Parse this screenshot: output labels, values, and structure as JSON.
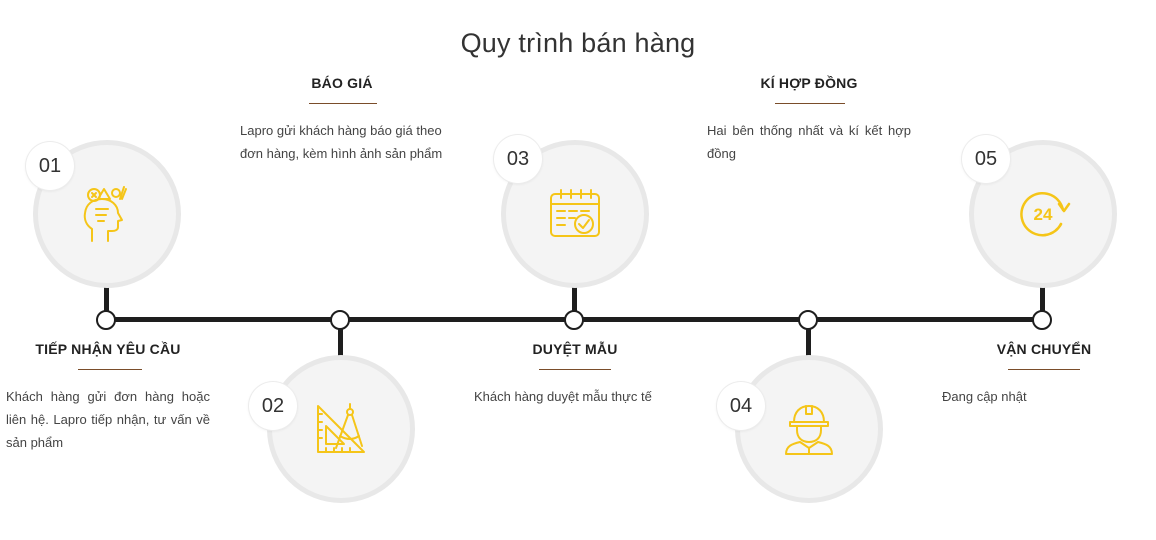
{
  "title": "Quy trình bán hàng",
  "colors": {
    "icon": "#f5c518",
    "line": "#1e1e1e",
    "underline": "#7a4d2a",
    "circle_bg": "#f4f4f4"
  },
  "steps": [
    {
      "number": "01",
      "title": "TIẾP NHẬN YÊU CẦU",
      "desc": "Khách hàng gửi đơn hàng hoặc liên hệ. Lapro tiếp nhận, tư vấn về sản phẩm",
      "icon": "head-ideas-icon"
    },
    {
      "number": "02",
      "title": "BÁO GIÁ",
      "desc": "Lapro gửi khách hàng báo giá theo đơn hàng, kèm hình ảnh sản phẩm",
      "icon": "drafting-tools-icon"
    },
    {
      "number": "03",
      "title": "DUYỆT MẪU",
      "desc": "Khách hàng duyệt mẫu thực tế",
      "icon": "calendar-check-icon"
    },
    {
      "number": "04",
      "title": "KÍ HỢP ĐỒNG",
      "desc": "Hai bên thống nhất và kí kết hợp đồng",
      "icon": "engineer-icon"
    },
    {
      "number": "05",
      "title": "VẬN CHUYỂN",
      "desc": "Đang cập nhật",
      "icon": "24-hours-icon"
    }
  ],
  "icon_24_text": "24"
}
